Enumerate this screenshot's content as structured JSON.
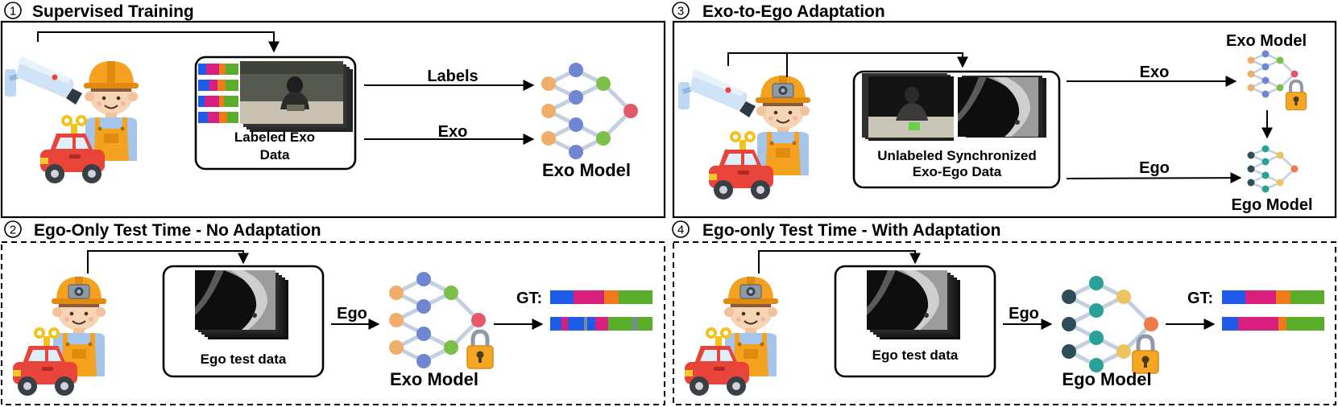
{
  "panels": {
    "p1": {
      "num": "1",
      "title": "Supervised Training"
    },
    "p2": {
      "num": "2",
      "title": "Ego-Only Test Time - No Adaptation"
    },
    "p3": {
      "num": "3",
      "title": "Exo-to-Ego Adaptation"
    },
    "p4": {
      "num": "4",
      "title": "Ego-only Test Time - With Adaptation"
    }
  },
  "labels": {
    "labeled_exo_line1": "Labeled Exo",
    "labeled_exo_line2": "Data",
    "arrow_labels": "Labels",
    "arrow_exo": "Exo",
    "arrow_ego": "Ego",
    "exo_model": "Exo Model",
    "ego_model": "Ego Model",
    "unlabeled_line1": "Unlabeled Synchronized",
    "unlabeled_line2": "Exo-Ego Data",
    "ego_test_data": "Ego test data",
    "gt": "GT:"
  },
  "colors": {
    "exo_node_orange": "#f0ae6a",
    "exo_node_blue": "#6f87d2",
    "exo_node_green": "#7cc04a",
    "exo_node_red": "#e5586c",
    "ego_node_dark": "#2f4c5b",
    "ego_node_teal": "#2aa198",
    "ego_node_yellow": "#ecc35e",
    "ego_node_orange": "#f07a4a",
    "seg_blue": "#1e5be8",
    "seg_magenta": "#d91f7f",
    "seg_orange": "#f07a1a",
    "seg_green": "#5aad2a",
    "seg_gray": "#7a8a99"
  },
  "icons": [
    "security-camera-icon",
    "worker-icon",
    "toy-car-icon",
    "head-camera-icon",
    "padlock-icon",
    "neural-network-icon"
  ]
}
